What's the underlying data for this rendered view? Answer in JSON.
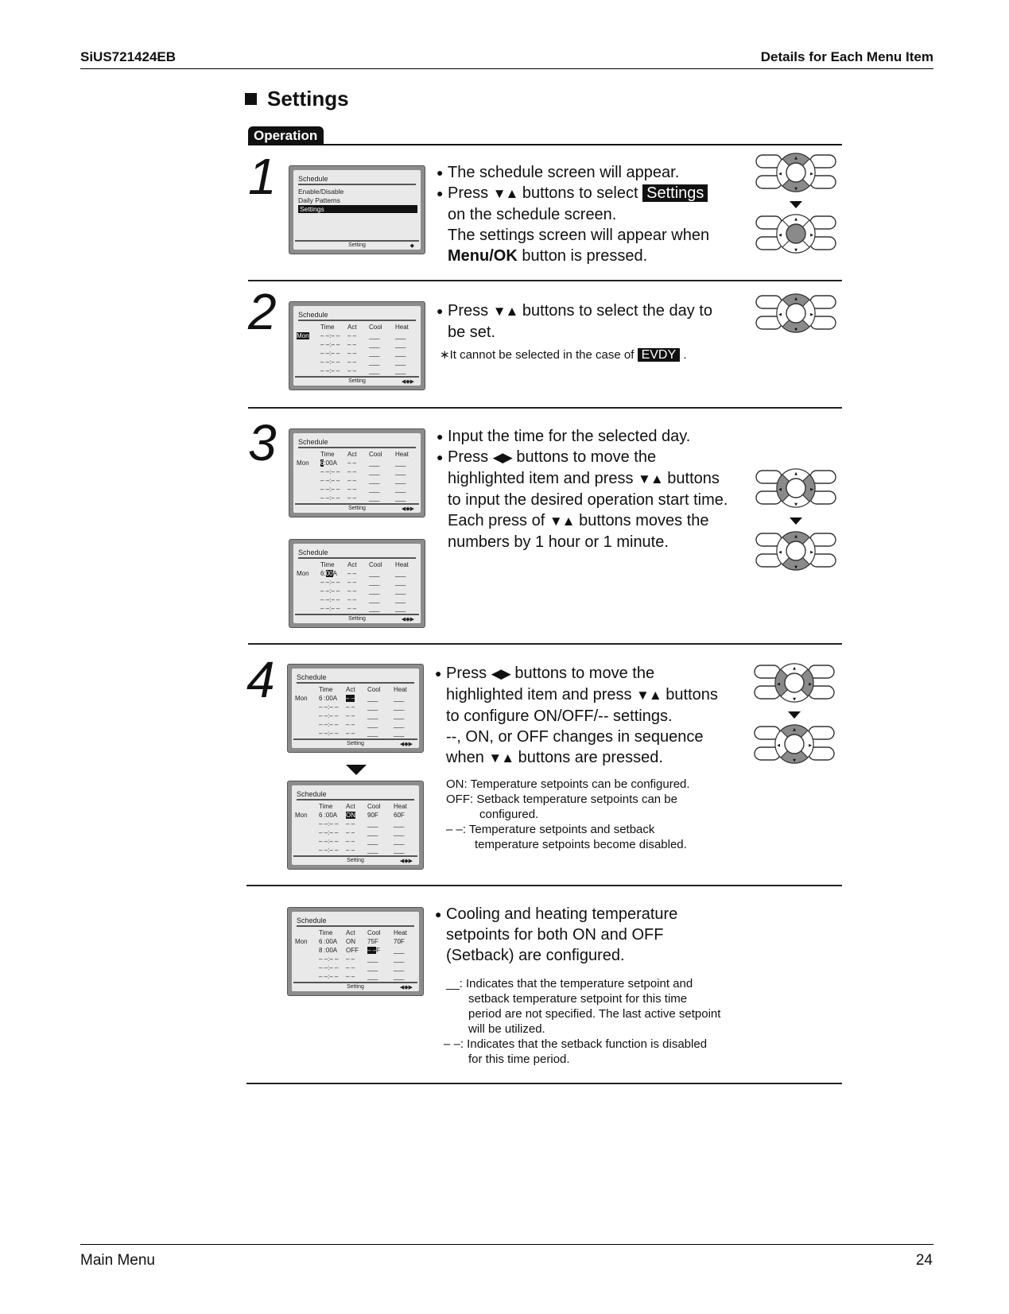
{
  "header": {
    "doc_id": "SiUS721424EB",
    "section": "Details for Each Menu Item"
  },
  "title": "Settings",
  "operation_tab": "Operation",
  "steps": {
    "s1": {
      "num": "1",
      "lcd": {
        "title": "Schedule",
        "items": [
          "Enable/Disable",
          "Daily Patterns",
          "Settings"
        ],
        "footer": "Setting"
      },
      "b1": "The schedule screen will appear.",
      "b2_pre": "Press",
      "b2_mid": "buttons to select",
      "b2_badge": "Settings",
      "b2_l2": "on the schedule screen.",
      "b2_l3": "The settings screen will appear when",
      "b2_bold": "Menu/OK",
      "b2_end": "button is pressed."
    },
    "s2": {
      "num": "2",
      "lcd": {
        "title": "Schedule",
        "footer": "Setting"
      },
      "b1_pre": "Press",
      "b1_mid": "buttons to select the day to",
      "b1_l2": "be set.",
      "note_pre": "∗It cannot be selected in the case of",
      "note_badge": "EVDY",
      "note_end": "."
    },
    "s3": {
      "num": "3",
      "lcd": {
        "title": "Schedule",
        "footer": "Setting"
      },
      "b1": "Input the time for the selected day.",
      "b2_pre": "Press",
      "b2_mid": "buttons to move the",
      "b2_l2_pre": "highlighted item and press",
      "b2_l2_end": "buttons",
      "b2_l3": "to input the desired operation start time.",
      "b2_l4_pre": "Each press of",
      "b2_l4_end": "buttons moves the",
      "b2_l5": "numbers by 1 hour or 1 minute."
    },
    "s4": {
      "num": "4",
      "lcd": {
        "title": "Schedule",
        "footer": "Setting"
      },
      "b1_pre": "Press",
      "b1_mid": "buttons to move the",
      "b1_l2_pre": "highlighted item and press",
      "b1_l2_end": "buttons",
      "b1_l3": "to configure ON/OFF/-- settings.",
      "b1_l4": "--, ON, or OFF changes in sequence",
      "b1_l5_pre": "when",
      "b1_l5_end": "buttons are pressed.",
      "n1": "ON: Temperature setpoints can be configured.",
      "n2": "OFF: Setback temperature setpoints can be",
      "n2b": "configured.",
      "n3": "– –: Temperature setpoints and setback",
      "n3b": "temperature setpoints become disabled."
    },
    "s5": {
      "lcd": {
        "title": "Schedule",
        "footer": "Setting"
      },
      "b1": "Cooling and heating temperature",
      "b1_l2": "setpoints for both ON and OFF",
      "b1_l3": "(Setback) are configured.",
      "n1": "__: Indicates that the temperature setpoint and",
      "n1b": "setback temperature setpoint for this time",
      "n1c": "period are not specified. The last active setpoint",
      "n1d": "will be utilized.",
      "n2": "– –: Indicates that the setback function is disabled",
      "n2b": "for this time period."
    }
  },
  "lcd_table": {
    "h_time": "Time",
    "h_act": "Act",
    "h_cool": "Cool",
    "h_heat": "Heat",
    "day": "Mon",
    "blank_time": "– –:– –",
    "blank_act": "– –",
    "blank_t": "___",
    "t600": "6 :00",
    "t600a": "6:00",
    "hl6": "6",
    "hl00": "00",
    "suffA": "A",
    "suf00A": ":00A",
    "act_on": "ON",
    "act_off": "OFF",
    "on_hl": "ON",
    "off_hl": "– –",
    "cool90": "90F",
    "heat60": "60F",
    "cool75": "75F",
    "heat70": "70F",
    "t800": "8 :00",
    "f_suffix": "F"
  },
  "symbols": {
    "updown": "▼▲",
    "leftright": "◀▶",
    "scroll_v": "◆",
    "scroll_h": "◀◆▶"
  },
  "footer": {
    "left": "Main Menu",
    "right": "24"
  }
}
